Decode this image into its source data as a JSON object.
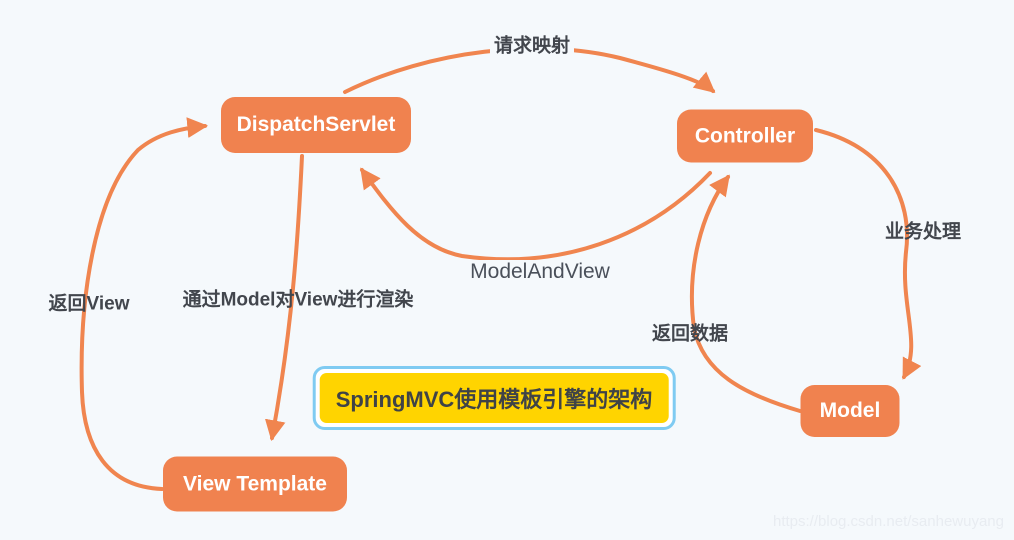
{
  "title": {
    "text": "SpringMVC使用模板引擎的架构"
  },
  "nodes": {
    "dispatch_servlet": {
      "label": "DispatchServlet"
    },
    "controller": {
      "label": "Controller"
    },
    "model": {
      "label": "Model"
    },
    "view_template": {
      "label": "View Template"
    }
  },
  "edges": {
    "request_mapping": {
      "label": "请求映射",
      "from": "DispatchServlet",
      "to": "Controller"
    },
    "business": {
      "label": "业务处理",
      "from": "Controller",
      "to": "Model"
    },
    "return_data": {
      "label": "返回数据",
      "from": "Model",
      "to": "Controller"
    },
    "model_and_view": {
      "label": "ModelAndView",
      "from": "Controller",
      "to": "DispatchServlet"
    },
    "render": {
      "label": "通过Model对View进行渲染",
      "from": "DispatchServlet",
      "to": "View Template"
    },
    "return_view": {
      "label": "返回View",
      "from": "View Template",
      "to": "DispatchServlet"
    }
  },
  "watermark": {
    "text": "https://blog.csdn.net/sanhewuyang"
  },
  "colors": {
    "background": "#f5f9fc",
    "node_bg": "#f0824f",
    "node_text": "#ffffff",
    "arrow": "#f0854f",
    "label_text": "#42464d",
    "mav_text": "#4a505a",
    "title_bg": "#ffd400",
    "title_border": "#7fcbf2",
    "title_text": "#3f4347",
    "watermark": "#e8ecf1"
  }
}
